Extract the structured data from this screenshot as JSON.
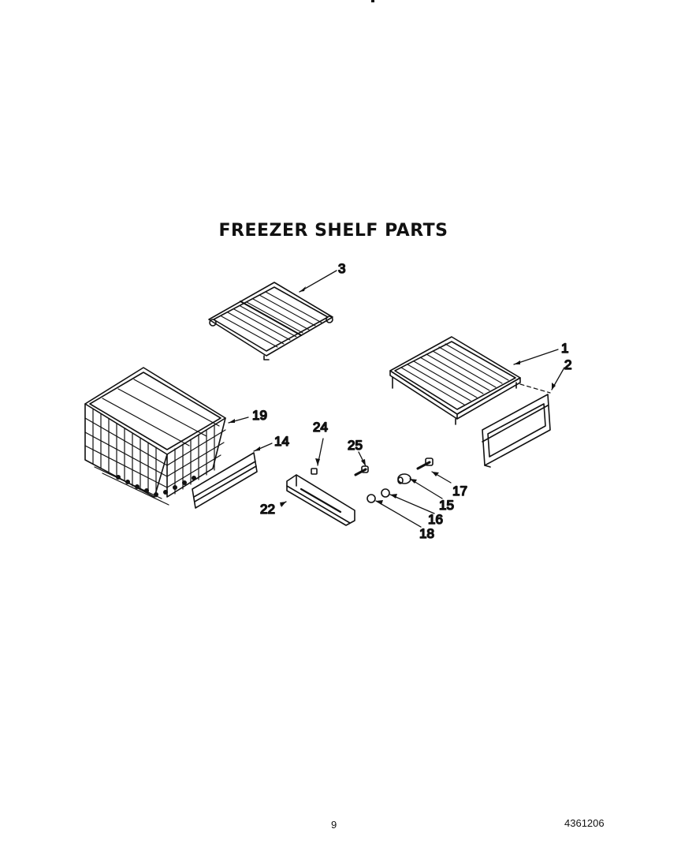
{
  "header": {
    "title": "FREEZER SHELF PARTS"
  },
  "callouts": [
    "3",
    "1",
    "2",
    "19",
    "14",
    "24",
    "25",
    "22",
    "17",
    "15",
    "16",
    "18"
  ],
  "footer": {
    "page_number": "9",
    "document_number": "4361206"
  }
}
